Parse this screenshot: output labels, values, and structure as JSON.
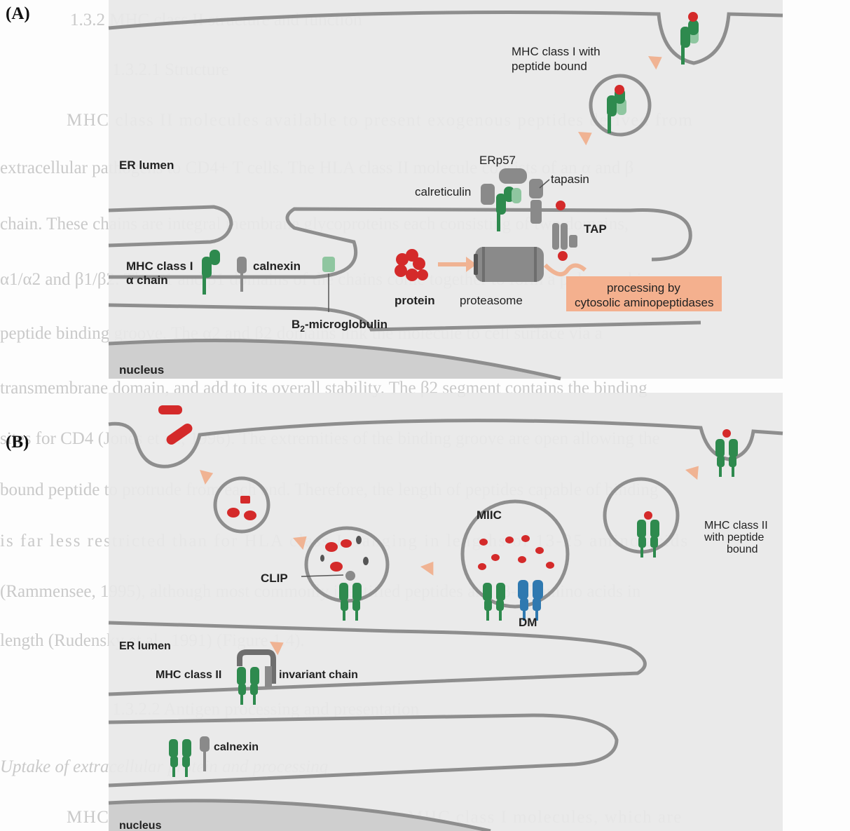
{
  "panels": {
    "a": "(A)",
    "b": "(B)"
  },
  "labels_a": {
    "mhc1_peptide_line1": "MHC class I with",
    "mhc1_peptide_line2": "peptide bound",
    "er_lumen": "ER lumen",
    "erp57": "ERp57",
    "tapasin": "tapasin",
    "calreticulin": "calreticulin",
    "tap": "TAP",
    "mhc1_line1": "MHC class I",
    "mhc1_line2": "α chain",
    "calnexin": "calnexin",
    "protein": "protein",
    "proteasome": "proteasome",
    "processing_line1": "processing by",
    "processing_line2": "cytosolic aminopeptidases",
    "b2m_prefix": "B",
    "b2m_sub": "2",
    "b2m_suffix": "-microglobulin",
    "nucleus": "nucleus"
  },
  "labels_b": {
    "miic": "MIIC",
    "mhc2_peptide_line1": "MHC class II",
    "mhc2_peptide_line2": "with peptide",
    "mhc2_peptide_line3": "bound",
    "clip": "CLIP",
    "dm": "DM",
    "er_lumen": "ER lumen",
    "mhc2": "MHC class II",
    "invariant_chain": "invariant chain",
    "calnexin": "calnexin",
    "nucleus": "nucleus"
  },
  "background_text": [
    {
      "id": "l1",
      "text": "1.3.2 MHC class II structure and function"
    },
    {
      "id": "l2",
      "text": "1.3.2.1 Structure"
    },
    {
      "id": "l3",
      "text": "MHC class II molecules available to present exogenous peptides derived from"
    },
    {
      "id": "l4",
      "text": "extracellular pathogens to CD4+ T cells. The HLA class II molecule consists of an α and β"
    },
    {
      "id": "l5",
      "text": "chain. These chains are integral membrane glycoproteins each consisting of two domains,"
    },
    {
      "id": "l6",
      "text": "α1/α2 and β1/β2. The α1 and β1 domains of the chains come together to form a polymorphic"
    },
    {
      "id": "l7",
      "text": "peptide binding groove. The α2 and β2 domains link the molecule to cell surface via a"
    },
    {
      "id": "l8",
      "text": "transmembrane domain, and add to its overall stability. The β2 segment contains the binding"
    },
    {
      "id": "l9",
      "text": "sites for CD4 (Jones et al., 1996). The extremities of the binding groove are open allowing the"
    },
    {
      "id": "l10",
      "text": "bound peptide to protrude from each end. Therefore, the length of peptides capable of binding"
    },
    {
      "id": "l11",
      "text": "is far less restricted than for HLA class I, ranging in lengths of 13-25 amino acids"
    },
    {
      "id": "l12",
      "text": "(Rammensee, 1995), although most commonly identified peptides are 13-17 amino acids in"
    },
    {
      "id": "l13",
      "text": "length (Rudensky et al., 1991) (Figure 1.4)."
    },
    {
      "id": "l14",
      "text": "1.3.2.2 Antigen processing and presentation"
    },
    {
      "id": "l15",
      "text": "Uptake of extracellular protein and processing"
    },
    {
      "id": "l16",
      "text": "MHC class II expression. In contrast with MHC class I molecules, which are"
    }
  ],
  "colors": {
    "panel_bg": "#e8e8e8",
    "membrane": "#8e8e8e",
    "mhc_green": "#2e8a4e",
    "mhc_light_green": "#8fc6a0",
    "peptide_red": "#d42a2a",
    "dm_blue": "#2f79b0",
    "arrow_salmon": "#f0b393",
    "grey_protein": "#8a8a8a"
  }
}
